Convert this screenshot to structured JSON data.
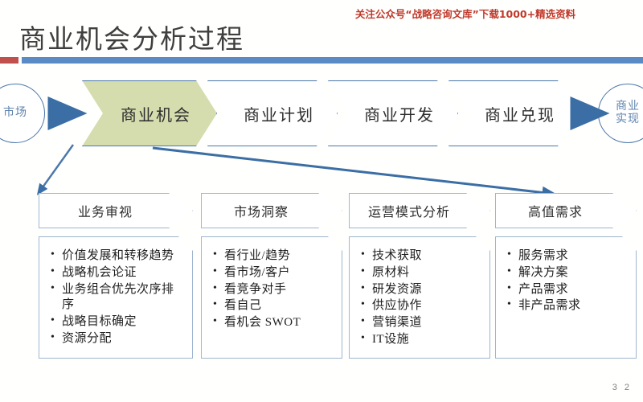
{
  "slide": {
    "promo_banner": "关注公众号“战略咨询文库”下载1000+精选资料",
    "title": "商业机会分析过程",
    "page_number": "3 2",
    "accent_red": "#c0504d",
    "accent_blue": "#5b8bc4",
    "highlight_green": "#d5dcae",
    "outline_blue": "#4a77ab"
  },
  "process": {
    "start_node": "市场",
    "end_node": "商业\n实现",
    "end_node_line1": "商业",
    "end_node_line2": "实现",
    "steps": [
      {
        "label": "商业机会",
        "active": true
      },
      {
        "label": "商业计划",
        "active": false
      },
      {
        "label": "商业开发",
        "active": false
      },
      {
        "label": "商业兑现",
        "active": false
      }
    ]
  },
  "columns": [
    {
      "header": "业务审视",
      "items": [
        "价值发展和转移趋势",
        "战略机会论证",
        "业务组合优先次序排序",
        "战略目标确定",
        "资源分配"
      ]
    },
    {
      "header": "市场洞察",
      "items": [
        "看行业/趋势",
        "看市场/客户",
        "看竞争对手",
        "看自己",
        "看机会 SWOT"
      ]
    },
    {
      "header": "运营模式分析",
      "items": [
        "技术获取",
        "原材料",
        "研发资源",
        "供应协作",
        "营销渠道",
        "IT设施"
      ]
    },
    {
      "header": "高值需求",
      "items": [
        "服务需求",
        "解决方案",
        "产品需求",
        "非产品需求"
      ]
    }
  ]
}
